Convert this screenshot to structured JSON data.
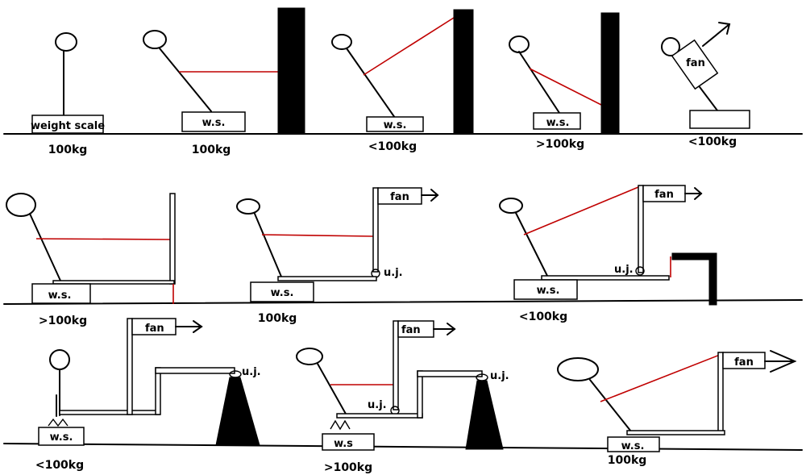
{
  "panels": [
    {
      "box_label": "weight scale",
      "weight": "100kg"
    },
    {
      "box_label": "w.s.",
      "weight": "100kg"
    },
    {
      "box_label": "w.s.",
      "weight": "<100kg"
    },
    {
      "box_label": "w.s.",
      "weight": ">100kg"
    },
    {
      "box_label": "",
      "fan_label": "fan",
      "weight": "<100kg"
    },
    {
      "box_label": "w.s.",
      "weight": ">100kg"
    },
    {
      "box_label": "w.s.",
      "fan_label": "fan",
      "joint_label": "u.j.",
      "weight": "100kg"
    },
    {
      "box_label": "w.s.",
      "fan_label": "fan",
      "joint_label": "u.j.",
      "weight": "<100kg"
    },
    {
      "box_label": "w.s.",
      "fan_label": "fan",
      "joint_label": "u.j.",
      "weight": "<100kg"
    },
    {
      "box_label": "w.s",
      "fan_label": "fan",
      "joint_label_1": "u.j.",
      "joint_label_2": "u.j.",
      "weight": ">100kg"
    },
    {
      "box_label": "w.s.",
      "fan_label": "fan",
      "weight": "100kg"
    }
  ],
  "colors": {
    "ink": "#000000",
    "rope": "#c00000",
    "background": "#ffffff"
  }
}
